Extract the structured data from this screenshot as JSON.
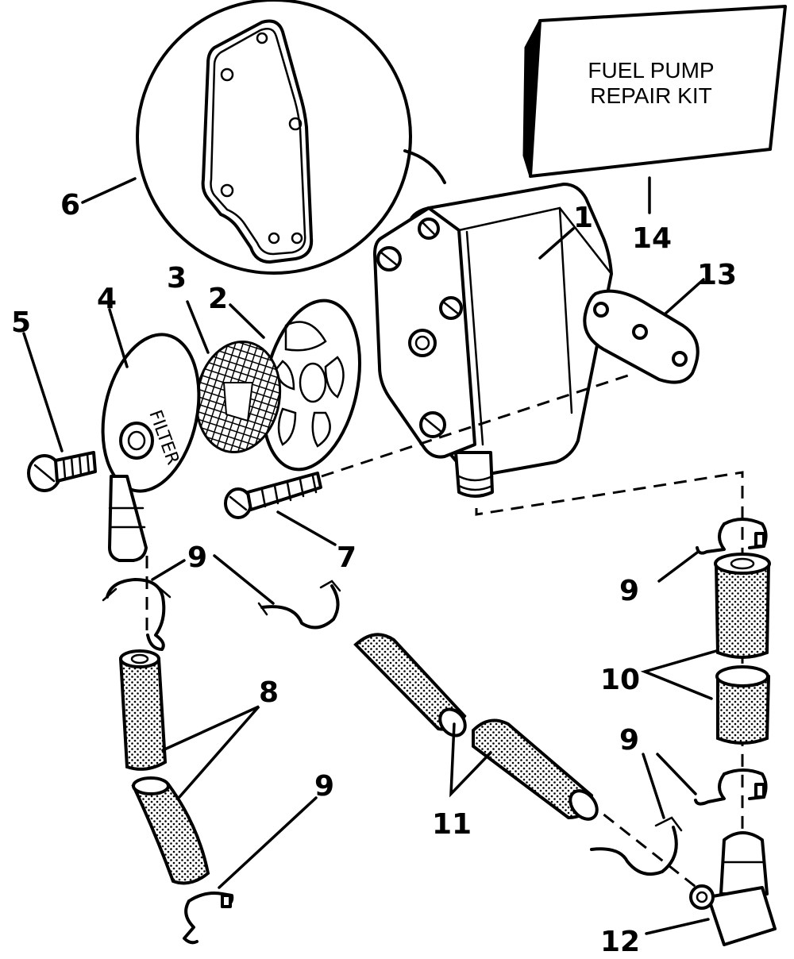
{
  "kit_box": {
    "line1": "FUEL PUMP",
    "line2": "REPAIR KIT"
  },
  "callouts": {
    "c1": "1",
    "c2": "2",
    "c3": "3",
    "c4": "4",
    "c5": "5",
    "c6": "6",
    "c7": "7",
    "c8": "8",
    "c9a": "9",
    "c9b": "9",
    "c9c": "9",
    "c9d": "9",
    "c10": "10",
    "c11": "11",
    "c12": "12",
    "c13": "13",
    "c14": "14"
  },
  "filter_cap_text": "FILTER",
  "colors": {
    "ink": "#000000",
    "background": "#ffffff"
  }
}
